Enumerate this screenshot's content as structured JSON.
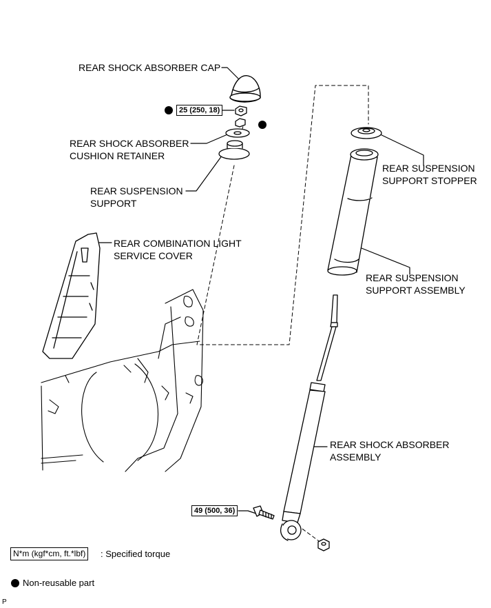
{
  "labels": {
    "cap": "REAR SHOCK ABSORBER CAP",
    "cushion_retainer_1": "REAR SHOCK ABSORBER",
    "cushion_retainer_2": "CUSHION RETAINER",
    "support_1": "REAR SUSPENSION",
    "support_2": "SUPPORT",
    "light_cover_1": "REAR COMBINATION LIGHT",
    "light_cover_2": "SERVICE COVER",
    "stopper_1": "REAR SUSPENSION",
    "stopper_2": "SUPPORT STOPPER",
    "support_assembly_1": "REAR SUSPENSION",
    "support_assembly_2": "SUPPORT ASSEMBLY",
    "absorber_assembly_1": "REAR SHOCK ABSORBER",
    "absorber_assembly_2": "ASSEMBLY"
  },
  "torque": {
    "upper": "25 (250, 18)",
    "lower": "49 (500, 36)"
  },
  "legend": {
    "torque_unit": "N*m (kgf*cm, ft.*lbf)",
    "torque_desc": ": Specified torque",
    "nonreusable": "Non-reusable part"
  },
  "corner_mark": "P",
  "colors": {
    "line": "#000000",
    "background": "#ffffff"
  }
}
